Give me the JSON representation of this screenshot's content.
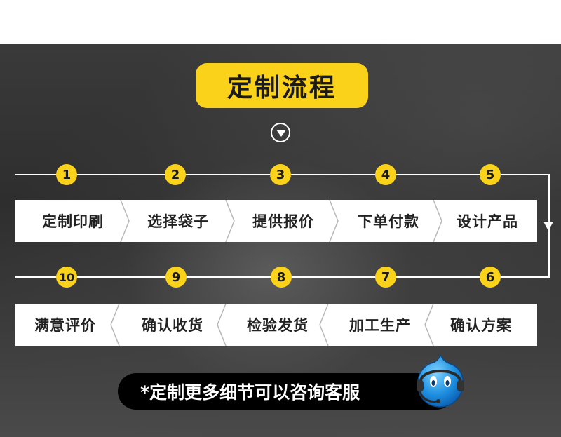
{
  "header": {
    "title": "定制流程"
  },
  "steps_top": [
    {
      "num": "1",
      "label": "定制印刷"
    },
    {
      "num": "2",
      "label": "选择袋子"
    },
    {
      "num": "3",
      "label": "提供报价"
    },
    {
      "num": "4",
      "label": "下单付款"
    },
    {
      "num": "5",
      "label": "设计产品"
    }
  ],
  "steps_bottom": [
    {
      "num": "10",
      "label": "满意评价"
    },
    {
      "num": "9",
      "label": "确认收货"
    },
    {
      "num": "8",
      "label": "检验发货"
    },
    {
      "num": "7",
      "label": "加工生产"
    },
    {
      "num": "6",
      "label": "确认方案"
    }
  ],
  "footer": {
    "text": "*定制更多细节可以咨询客服"
  },
  "icons": {
    "down": "chevron-down-circle-icon",
    "service": "customer-service-icon"
  },
  "colors": {
    "accent": "#fbd21a",
    "panel": "#333333",
    "bar": "#ffffff",
    "text": "#222222"
  }
}
